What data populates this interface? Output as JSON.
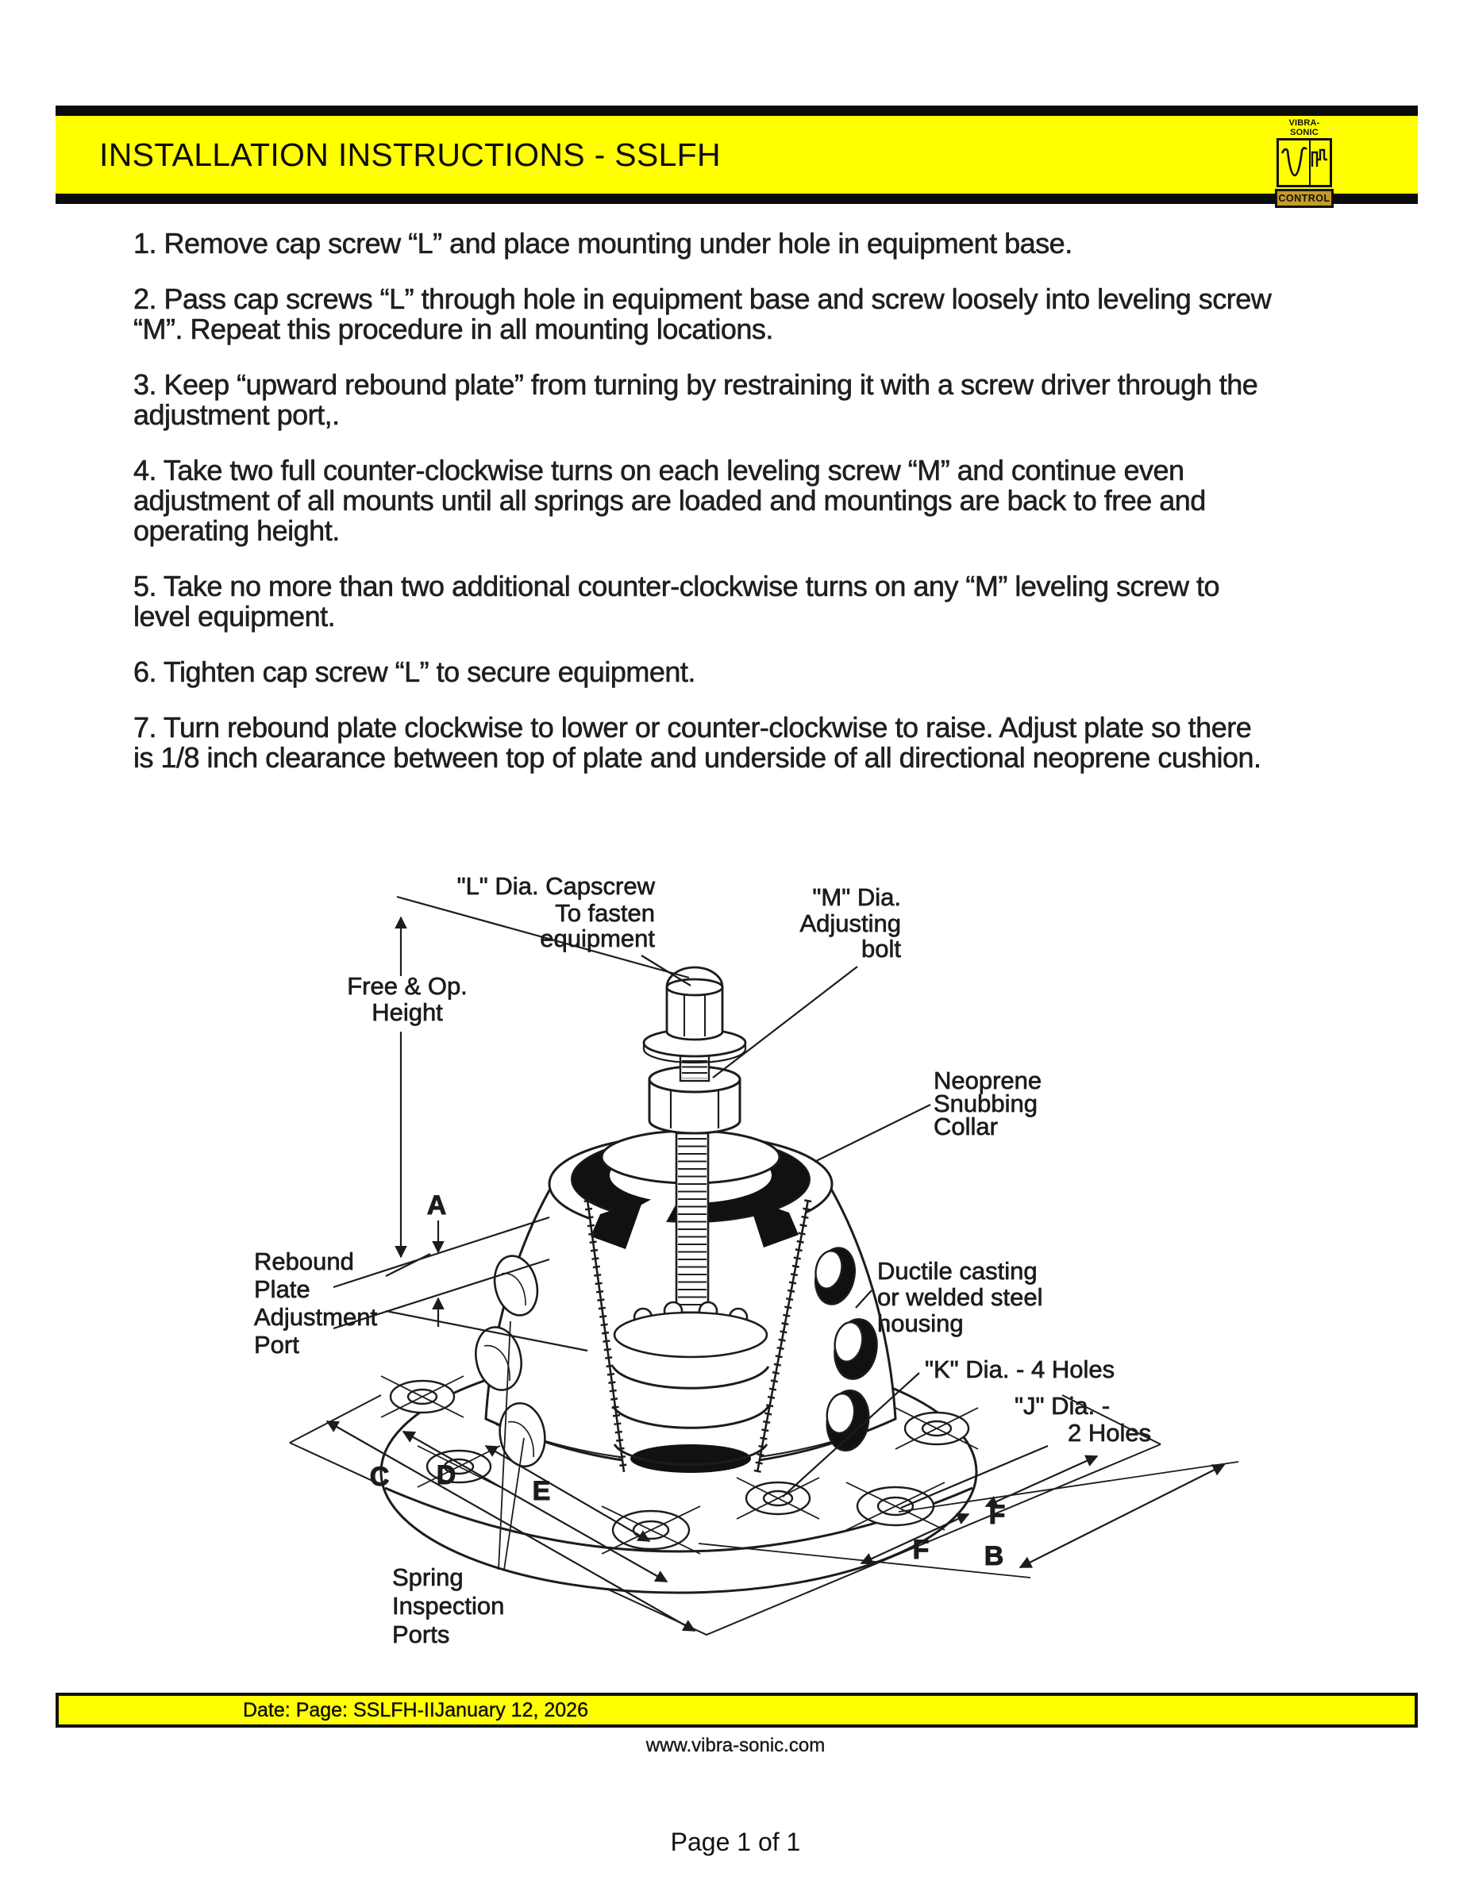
{
  "header": {
    "title": "INSTALLATION INSTRUCTIONS - SSLFH",
    "logo": {
      "brand": "VIBRA-SONIC",
      "control": "CONTROL"
    }
  },
  "instructions": [
    "1.  Remove cap screw “L” and place mounting under hole in equipment base.",
    "2.  Pass cap screws “L” through hole in equipment base and screw loosely into leveling screw “M”.  Repeat this procedure in all mounting locations.",
    "3.  Keep “upward rebound plate” from turning by restraining it with a screw driver through the adjustment port,.",
    "4.  Take two full counter-clockwise turns on each leveling screw “M” and continue even adjustment of all mounts until all springs are loaded and mountings are back to free and operating height.",
    "5.  Take no more than two additional counter-clockwise turns on any “M” leveling screw to level equipment.",
    "6.  Tighten cap screw “L” to secure equipment.",
    "7.  Turn rebound plate clockwise to lower or counter-clockwise to raise.  Adjust plate so there is 1/8 inch clearance between top of plate and underside of all directional neoprene cushion."
  ],
  "diagram": {
    "labels": {
      "l_capscrew": [
        "\"L\" Dia. Capscrew",
        "To fasten",
        "equipment"
      ],
      "m_bolt": [
        "\"M\" Dia.",
        "Adjusting",
        "bolt"
      ],
      "free_height": [
        "Free & Op.",
        "Height"
      ],
      "neoprene": [
        "Neoprene",
        "Snubbing",
        "Collar"
      ],
      "rebound": [
        "Rebound",
        "Plate",
        "Adjustment",
        "Port"
      ],
      "ductile": [
        "Ductile casting",
        "or welded steel",
        "housing"
      ],
      "k_holes": "\"K\" Dia. - 4 Holes",
      "j_holes": [
        "\"J\" Dia. -",
        "2 Holes"
      ],
      "spring_ports": [
        "Spring",
        "Inspection",
        "Ports"
      ],
      "dim_a": "A",
      "dim_b": "B",
      "dim_c": "C",
      "dim_d": "D",
      "dim_e": "E",
      "dim_f1": "F",
      "dim_f2": "F"
    }
  },
  "footer": {
    "bar_text": "Date: Page: SSLFH-IIJanuary 12, 2026",
    "website": "www.vibra-sonic.com",
    "page_label": "Page 1 of 1"
  },
  "colors": {
    "accent_yellow": "#FFFF00",
    "logo_gold": "#C69B28",
    "bar_black": "#0b0b0b",
    "ink": "#1c1c1c"
  }
}
